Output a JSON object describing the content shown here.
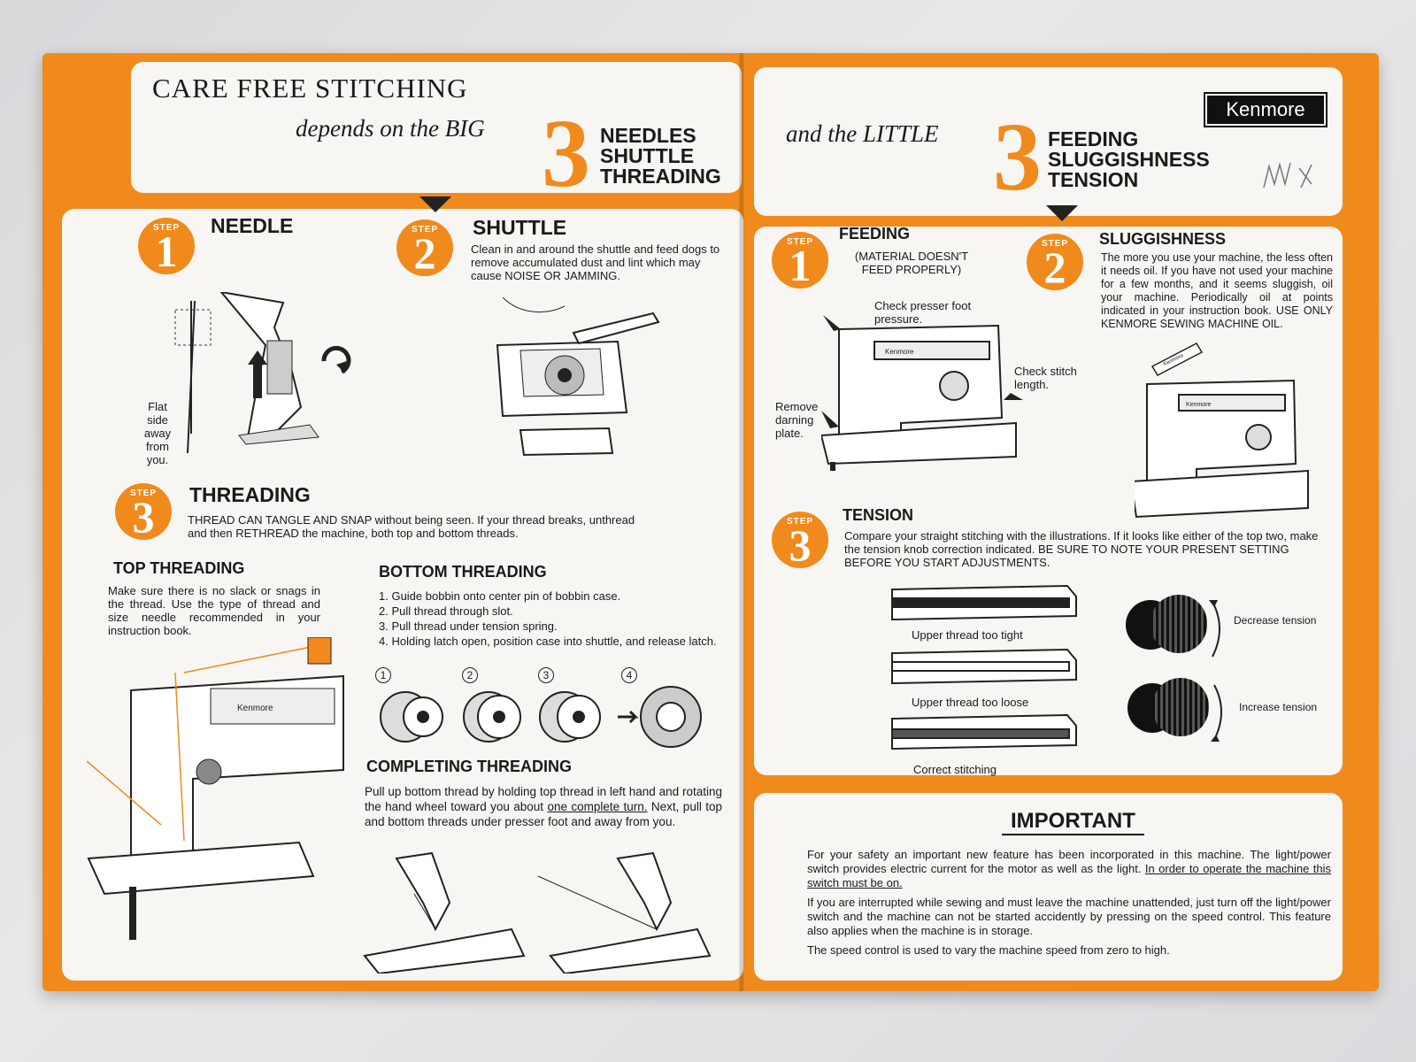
{
  "header": {
    "title": "CARE FREE STITCHING",
    "depends": "depends on the BIG",
    "big_numeral": "3",
    "big_list": [
      "NEEDLES",
      "SHUTTLE",
      "THREADING"
    ],
    "and_little": "and the LITTLE",
    "little_numeral": "3",
    "little_list": [
      "FEEDING",
      "SLUGGISHNESS",
      "TENSION"
    ],
    "brand": "Kenmore"
  },
  "left": {
    "step_word": "STEP",
    "needle": {
      "step": "1",
      "heading": "NEEDLE",
      "caption": [
        "Flat",
        "side",
        "away",
        "from",
        "you."
      ]
    },
    "shuttle": {
      "step": "2",
      "heading": "SHUTTLE",
      "text": "Clean in and around the shuttle and feed dogs to remove accumulated dust and lint which may cause NOISE OR JAMMING."
    },
    "threading": {
      "step": "3",
      "heading": "THREADING",
      "text": "THREAD CAN TANGLE AND SNAP without being seen. If your thread breaks, unthread and then RETHREAD the machine, both top and bottom threads."
    },
    "top_threading": {
      "heading": "TOP THREADING",
      "text": "Make sure there is no slack or snags in the thread. Use the type of thread and size needle recommended in your instruction book.",
      "machine_label": "Kenmore"
    },
    "bottom_threading": {
      "heading": "BOTTOM THREADING",
      "items": [
        "1. Guide bobbin onto center pin of bobbin case.",
        "2. Pull thread through slot.",
        "3. Pull thread under tension spring.",
        "4. Holding latch open, position case into shuttle, and release latch."
      ],
      "figure_numbers": [
        "1",
        "2",
        "3",
        "4"
      ]
    },
    "completing": {
      "heading": "COMPLETING THREADING",
      "text_a": "Pull up bottom thread by holding top thread in left hand and rotating the hand wheel toward you about",
      "text_u": "one complete turn.",
      "text_b": "Next, pull top and bottom threads under presser foot and away from you."
    }
  },
  "right": {
    "feeding": {
      "step": "1",
      "heading": "FEEDING",
      "sub": "(MATERIAL DOESN'T FEED PROPERLY)",
      "callout_presser": "Check presser foot pressure.",
      "callout_stitch": "Check stitch length.",
      "callout_darning": "Remove darning plate.",
      "machine_label": "Kenmore"
    },
    "sluggishness": {
      "step": "2",
      "heading": "SLUGGISHNESS",
      "text": "The more you use your machine, the less often it needs oil. If you have not used your machine for a few months, and it seems sluggish, oil your machine. Periodically oil at points indicated in your instruction book. USE ONLY KENMORE SEWING MACHINE OIL.",
      "oiler_label": "Kenmore",
      "machine_label": "Kenmore"
    },
    "tension": {
      "step": "3",
      "heading": "TENSION",
      "text": "Compare your straight stitching with the illustrations. If it looks like either of the top two, make the tension knob correction indicated. BE SURE TO NOTE YOUR PRESENT SETTING BEFORE YOU START ADJUSTMENTS.",
      "samples": [
        "Upper thread too tight",
        "Upper thread too loose",
        "Correct stitching"
      ],
      "decrease": "Decrease tension",
      "increase": "Increase tension"
    },
    "important": {
      "heading": "IMPORTANT",
      "p1a": "For your safety an important new feature has been incorporated in this machine. The light/power switch provides electric current for the motor as well as the light.",
      "p1u": "In order to operate the machine this switch must be on.",
      "p2": "If you are interrupted while sewing and must leave the machine unattended, just turn off the light/power switch and the machine can not be started accidently by pressing on the speed control. This feature also applies when the machine is in storage.",
      "p3": "The speed control is used to vary the machine speed from zero to high."
    }
  },
  "colors": {
    "accent": "#f08a1c",
    "panel": "#f7f6f2",
    "ink": "#1a1a1a"
  }
}
